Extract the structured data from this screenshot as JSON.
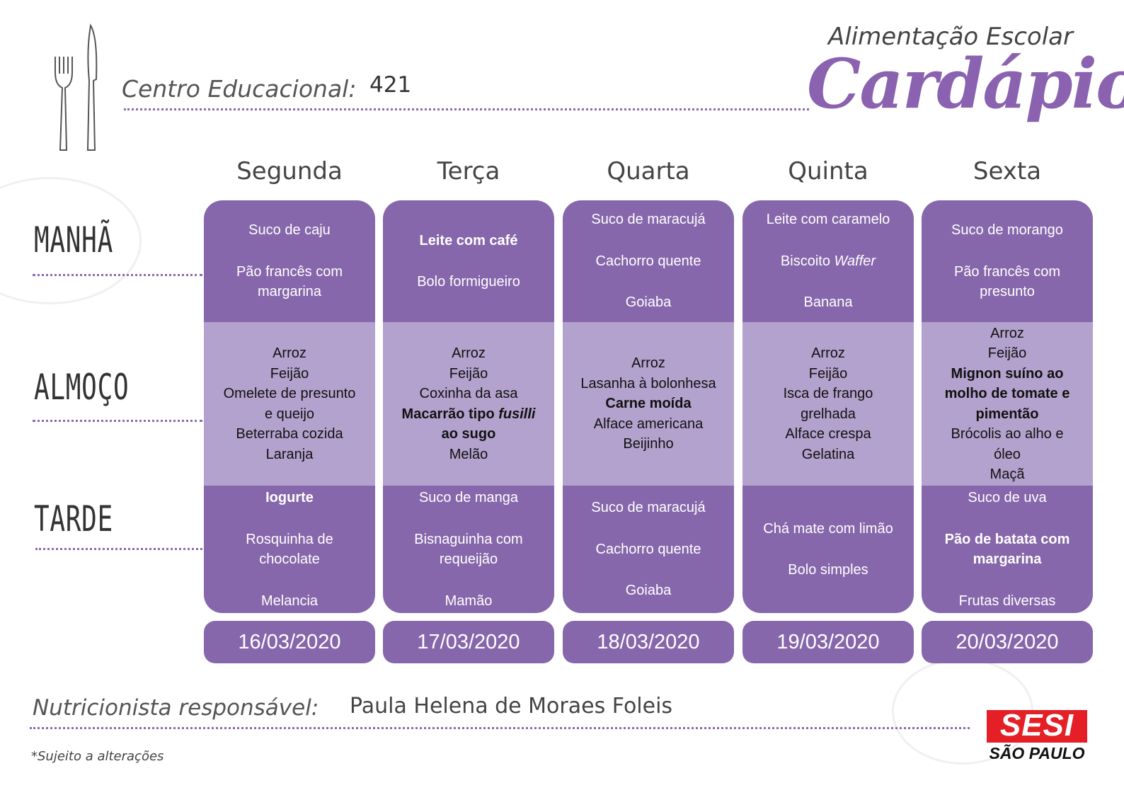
{
  "header": {
    "subtitle": "Alimentação Escolar",
    "title": "Cardápio",
    "centro_label": "Centro Educacional:",
    "centro_value": "421"
  },
  "periods": [
    "MANHÃ",
    "ALMOÇO",
    "TARDE"
  ],
  "days": [
    {
      "name": "Segunda",
      "date": "16/03/2020",
      "morning": [
        [
          [
            {
              "t": "Suco de caju"
            }
          ]
        ],
        [
          [
            {
              "t": "Pão francês com"
            }
          ],
          [
            {
              "t": "margarina"
            }
          ]
        ]
      ],
      "lunch": [
        [
          [
            {
              "t": "Arroz"
            }
          ],
          [
            {
              "t": "Feijão"
            }
          ],
          [
            {
              "t": "Omelete de presunto"
            }
          ],
          [
            {
              "t": "e queijo"
            }
          ],
          [
            {
              "t": "Beterraba cozida"
            }
          ],
          [
            {
              "t": "Laranja"
            }
          ]
        ]
      ],
      "afternoon": [
        [
          [
            {
              "t": "Iogurte",
              "b": true
            }
          ]
        ],
        [
          [
            {
              "t": "Rosquinha de"
            }
          ],
          [
            {
              "t": "chocolate"
            }
          ]
        ],
        [
          [
            {
              "t": "Melancia"
            }
          ]
        ]
      ]
    },
    {
      "name": "Terça",
      "date": "17/03/2020",
      "morning": [
        [
          [
            {
              "t": "Leite com café",
              "b": true
            }
          ]
        ],
        [
          [
            {
              "t": "Bolo formigueiro"
            }
          ]
        ]
      ],
      "lunch": [
        [
          [
            {
              "t": "Arroz"
            }
          ],
          [
            {
              "t": "Feijão"
            }
          ],
          [
            {
              "t": "Coxinha da asa"
            }
          ],
          [
            {
              "t": "Macarrão tipo ",
              "b": true
            },
            {
              "t": "fusilli",
              "b": true,
              "i": true
            }
          ],
          [
            {
              "t": "ao sugo",
              "b": true
            }
          ],
          [
            {
              "t": "Melão"
            }
          ]
        ]
      ],
      "afternoon": [
        [
          [
            {
              "t": "Suco de manga"
            }
          ]
        ],
        [
          [
            {
              "t": "Bisnaguinha com"
            }
          ],
          [
            {
              "t": "requeijão"
            }
          ]
        ],
        [
          [
            {
              "t": "Mamão"
            }
          ]
        ]
      ]
    },
    {
      "name": "Quarta",
      "date": "18/03/2020",
      "morning": [
        [
          [
            {
              "t": "Suco de maracujá"
            }
          ]
        ],
        [
          [
            {
              "t": "Cachorro quente"
            }
          ]
        ],
        [
          [
            {
              "t": "Goiaba"
            }
          ]
        ]
      ],
      "lunch": [
        [
          [
            {
              "t": "Arroz"
            }
          ],
          [
            {
              "t": "Lasanha à bolonhesa"
            }
          ],
          [
            {
              "t": "Carne moída",
              "b": true
            }
          ],
          [
            {
              "t": "Alface americana"
            }
          ],
          [
            {
              "t": "Beijinho"
            }
          ]
        ]
      ],
      "afternoon": [
        [
          [
            {
              "t": "Suco de maracujá"
            }
          ]
        ],
        [
          [
            {
              "t": "Cachorro quente"
            }
          ]
        ],
        [
          [
            {
              "t": "Goiaba"
            }
          ]
        ]
      ]
    },
    {
      "name": "Quinta",
      "date": "19/03/2020",
      "morning": [
        [
          [
            {
              "t": "Leite com caramelo"
            }
          ]
        ],
        [
          [
            {
              "t": "Biscoito "
            },
            {
              "t": "Waffer",
              "i": true
            }
          ]
        ],
        [
          [
            {
              "t": "Banana"
            }
          ]
        ]
      ],
      "lunch": [
        [
          [
            {
              "t": "Arroz"
            }
          ],
          [
            {
              "t": "Feijão"
            }
          ],
          [
            {
              "t": "Isca de frango"
            }
          ],
          [
            {
              "t": "grelhada"
            }
          ],
          [
            {
              "t": "Alface crespa"
            }
          ],
          [
            {
              "t": "Gelatina"
            }
          ]
        ]
      ],
      "afternoon": [
        [
          [
            {
              "t": "Chá mate com limão"
            }
          ]
        ],
        [
          [
            {
              "t": "Bolo simples"
            }
          ]
        ]
      ]
    },
    {
      "name": "Sexta",
      "date": "20/03/2020",
      "morning": [
        [
          [
            {
              "t": "Suco de morango"
            }
          ]
        ],
        [
          [
            {
              "t": "Pão francês com"
            }
          ],
          [
            {
              "t": "presunto"
            }
          ]
        ]
      ],
      "lunch": [
        [
          [
            {
              "t": "Arroz"
            }
          ],
          [
            {
              "t": "Feijão"
            }
          ],
          [
            {
              "t": "Mignon suíno ao",
              "b": true
            }
          ],
          [
            {
              "t": "molho de tomate e",
              "b": true
            }
          ],
          [
            {
              "t": "pimentão",
              "b": true
            }
          ],
          [
            {
              "t": "Brócolis  ao alho e"
            }
          ],
          [
            {
              "t": "óleo"
            }
          ],
          [
            {
              "t": "Maçã"
            }
          ]
        ]
      ],
      "afternoon": [
        [
          [
            {
              "t": "Suco de uva"
            }
          ]
        ],
        [
          [
            {
              "t": "Pão de batata com",
              "b": true
            }
          ],
          [
            {
              "t": "margarina",
              "b": true
            }
          ]
        ],
        [
          [
            {
              "t": "Frutas diversas"
            }
          ]
        ]
      ]
    }
  ],
  "footer": {
    "nutri_label": "Nutricionista responsável:",
    "nutri_value": "Paula Helena de Moraes Foleis",
    "note": "*Sujeito a alterações"
  },
  "logo": {
    "brand": "SESI",
    "region": "SÃO PAULO"
  },
  "colors": {
    "dark_purple": "#8767ab",
    "light_purple": "#b3a2cd",
    "logo_red": "#e41f26"
  }
}
